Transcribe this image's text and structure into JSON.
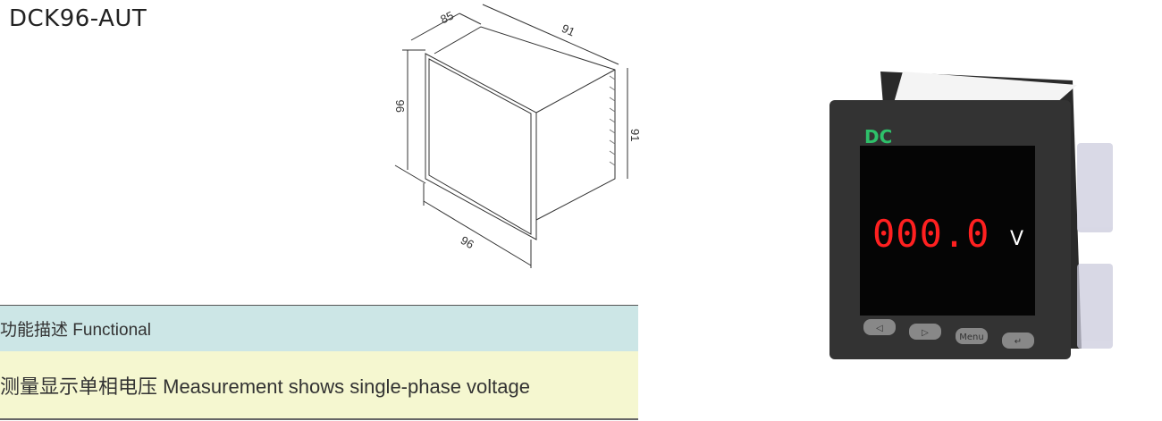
{
  "title": "DCK96-AUT",
  "dimensions": {
    "depth": "85",
    "top_width": "91",
    "front_height": "96",
    "side_height": "91",
    "front_width": "96"
  },
  "table": {
    "header": "功能描述 Functional",
    "rows": [
      {
        "text": "测量显示单相电压  Measurement shows single-phase voltage"
      }
    ]
  },
  "meter": {
    "reading": "000.0",
    "unit": "V",
    "brand": "DC",
    "buttons": [
      "◁",
      "▷",
      "Menu",
      "↵"
    ]
  },
  "colors": {
    "header_bg": "#cce6e6",
    "row_bg": "#f5f7d0",
    "display": "#ff2020"
  }
}
